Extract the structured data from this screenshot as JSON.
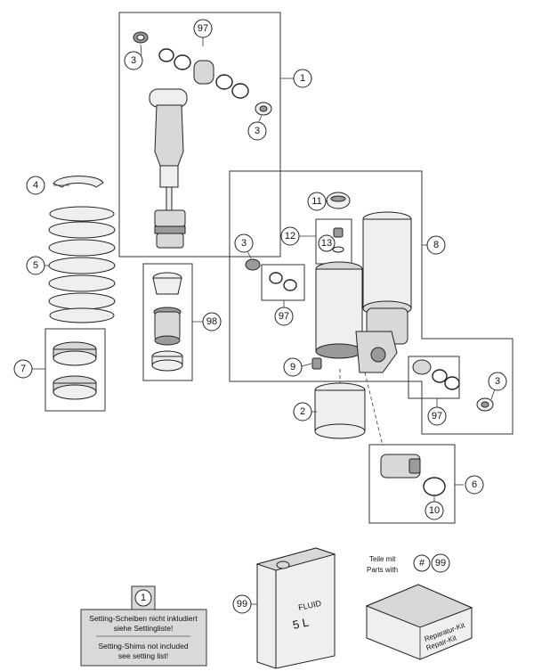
{
  "callouts": {
    "c1": "1",
    "c2": "2",
    "c3a": "3",
    "c3b": "3",
    "c3c": "3",
    "c3d": "3",
    "c4": "4",
    "c5": "5",
    "c6": "6",
    "c7": "7",
    "c8": "8",
    "c9": "9",
    "c10": "10",
    "c11": "11",
    "c12": "12",
    "c13": "13",
    "c97a": "97",
    "c97b": "97",
    "c97c": "97",
    "c98": "98",
    "c99": "99"
  },
  "note": {
    "ref": "1",
    "line1_de": "Setting-Scheiben nicht inkludiert",
    "line2_de": "siehe Settingliste!",
    "line1_en": "Setting-Shims not included",
    "line2_en": "see setting list!"
  },
  "kit_legend": {
    "de": "Teile mit",
    "en": "Parts with",
    "hash": "#",
    "ref": "99"
  },
  "fluid_can": {
    "label": "FLUID",
    "volume": "5 L"
  },
  "repair_box": {
    "line1": "Reparatur-Kit",
    "line2": "Repair-Kit"
  }
}
